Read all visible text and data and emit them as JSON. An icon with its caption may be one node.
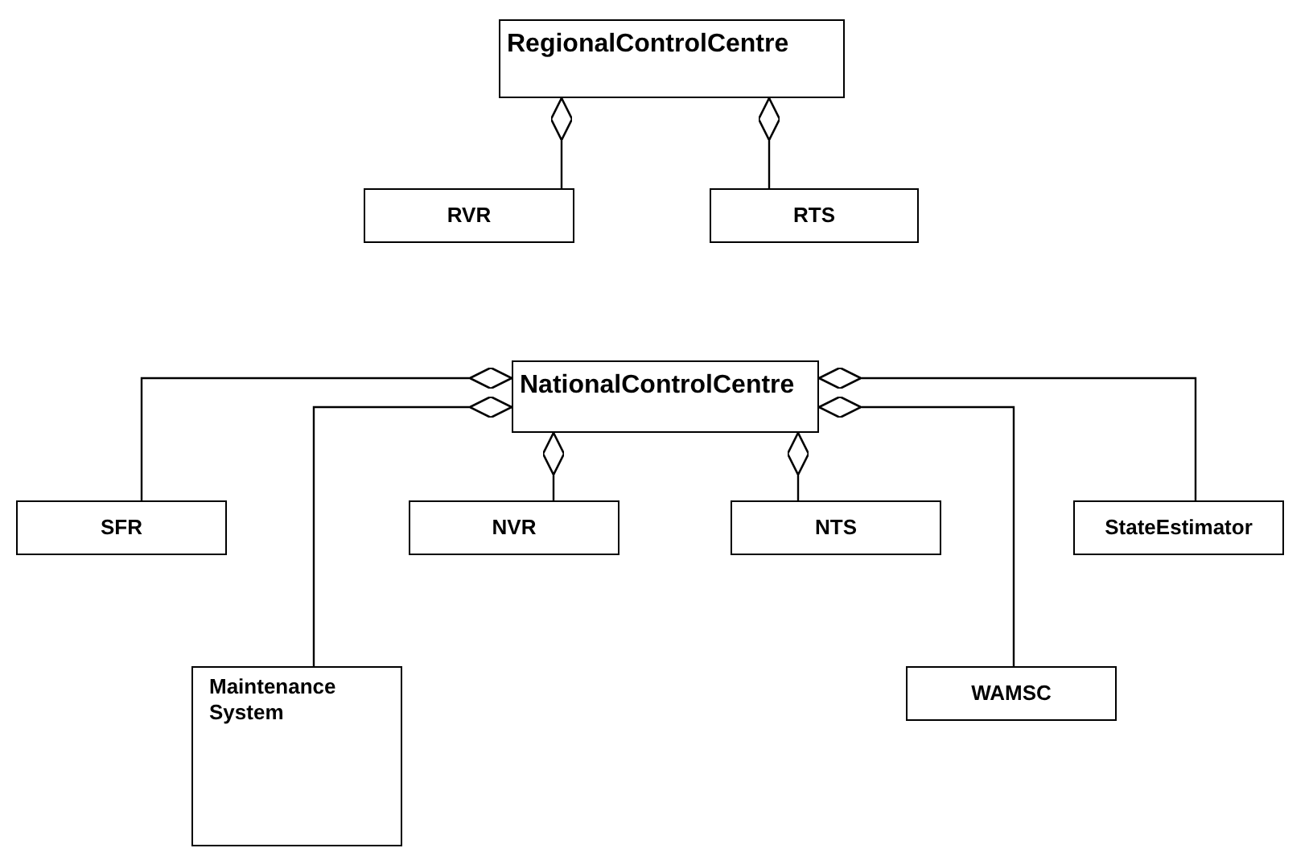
{
  "diagram": {
    "nodes": [
      {
        "text": [
          "RegionalControlCentre"
        ]
      },
      {
        "text": [
          "RVR"
        ]
      },
      {
        "text": [
          "RTS"
        ]
      },
      {
        "text": [
          "NationalControlCentre"
        ]
      },
      {
        "text": [
          "SFR"
        ]
      },
      {
        "text": [
          "NVR"
        ]
      },
      {
        "text": [
          "NTS"
        ]
      },
      {
        "text": [
          "StateEstimator"
        ]
      },
      {
        "text": [
          "Maintenance System"
        ]
      },
      {
        "text": [
          "WAMSC"
        ]
      }
    ],
    "edges": [
      {
        "from": 1,
        "to": 0,
        "arrow": "other"
      },
      {
        "from": 2,
        "to": 0,
        "arrow": "other"
      },
      {
        "from": 4,
        "to": 3,
        "arrow": "other"
      },
      {
        "from": 8,
        "to": 3,
        "arrow": "other"
      },
      {
        "from": 5,
        "to": 3,
        "arrow": "other"
      },
      {
        "from": 6,
        "to": 3,
        "arrow": "other"
      },
      {
        "from": 7,
        "to": 3,
        "arrow": "other"
      },
      {
        "from": 9,
        "to": 3,
        "arrow": "other"
      }
    ]
  }
}
